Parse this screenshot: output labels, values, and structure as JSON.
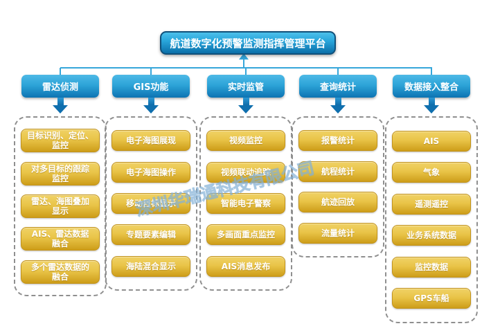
{
  "title": "航道数字化预警监测指挥管理平台",
  "watermark": "深圳华瑞通科技有限公司",
  "colors": {
    "blue_box_top": "#4cc0ea",
    "blue_box_bottom": "#0b6fa9",
    "blue_border": "#10507a",
    "gold_top": "#f0d266",
    "gold_bottom": "#cd9d19",
    "connector_blue": "#35a6da",
    "dashed_gray": "#8f8f8f"
  },
  "branches": [
    {
      "label": "雷达侦测",
      "items": [
        "目标识别、定位、\n监控",
        "对多目标的跟踪\n监控",
        "雷达、海图叠加\n显示",
        "AIS、雷达数据\n融合",
        "多个雷达数据的\n融合"
      ]
    },
    {
      "label": "GIS功能",
      "items": [
        "电子海图展现",
        "电子海图操作",
        "移动目标显示",
        "专题要素编辑",
        "海陆混合显示"
      ]
    },
    {
      "label": "实时监管",
      "items": [
        "视频监控",
        "视频联动追踪",
        "智能电子警察",
        "多画面重点监控",
        "AIS消息发布"
      ]
    },
    {
      "label": "查询统计",
      "items": [
        "报警统计",
        "航程统计",
        "航迹回放",
        "流量统计"
      ]
    },
    {
      "label": "数据接入整合",
      "items": [
        "AIS",
        "气象",
        "遥测遥控",
        "业务系统数据",
        "监控数据",
        "GPS车船"
      ]
    }
  ]
}
